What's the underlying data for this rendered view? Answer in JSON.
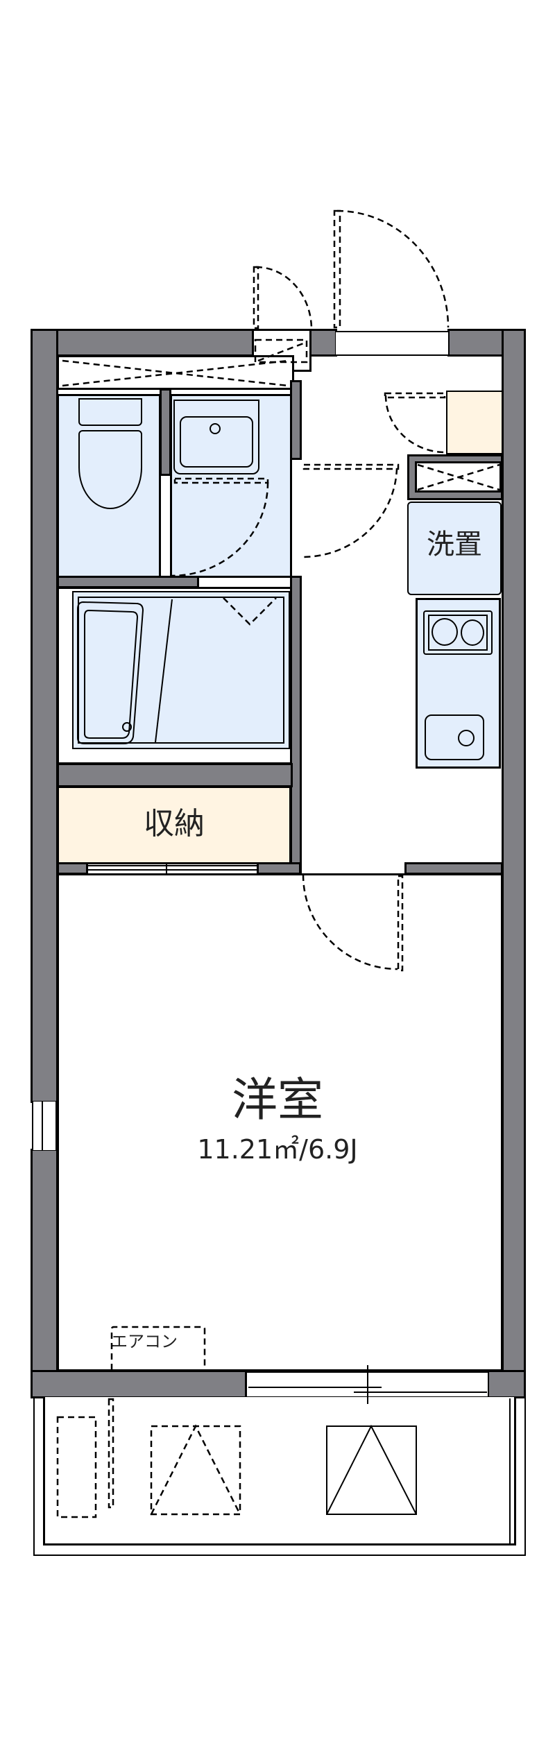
{
  "floorplan": {
    "layout_type": "1K",
    "colors": {
      "wall": "#808085",
      "wet_area": "#e3eefc",
      "storage": "#fff4e2",
      "line": "#000000",
      "background": "#ffffff"
    },
    "rooms": {
      "western_room": {
        "label": "洋室",
        "area": "11.21㎡/6.9J"
      },
      "storage": {
        "label": "収納"
      },
      "washer_space": {
        "label": "洗置"
      },
      "air_conditioner": {
        "label": "エアコン"
      }
    },
    "fixtures": [
      "toilet",
      "washbasin",
      "bathtub",
      "two-burner-stove",
      "kitchen-sink",
      "shoe-cabinet",
      "meter-box"
    ]
  }
}
